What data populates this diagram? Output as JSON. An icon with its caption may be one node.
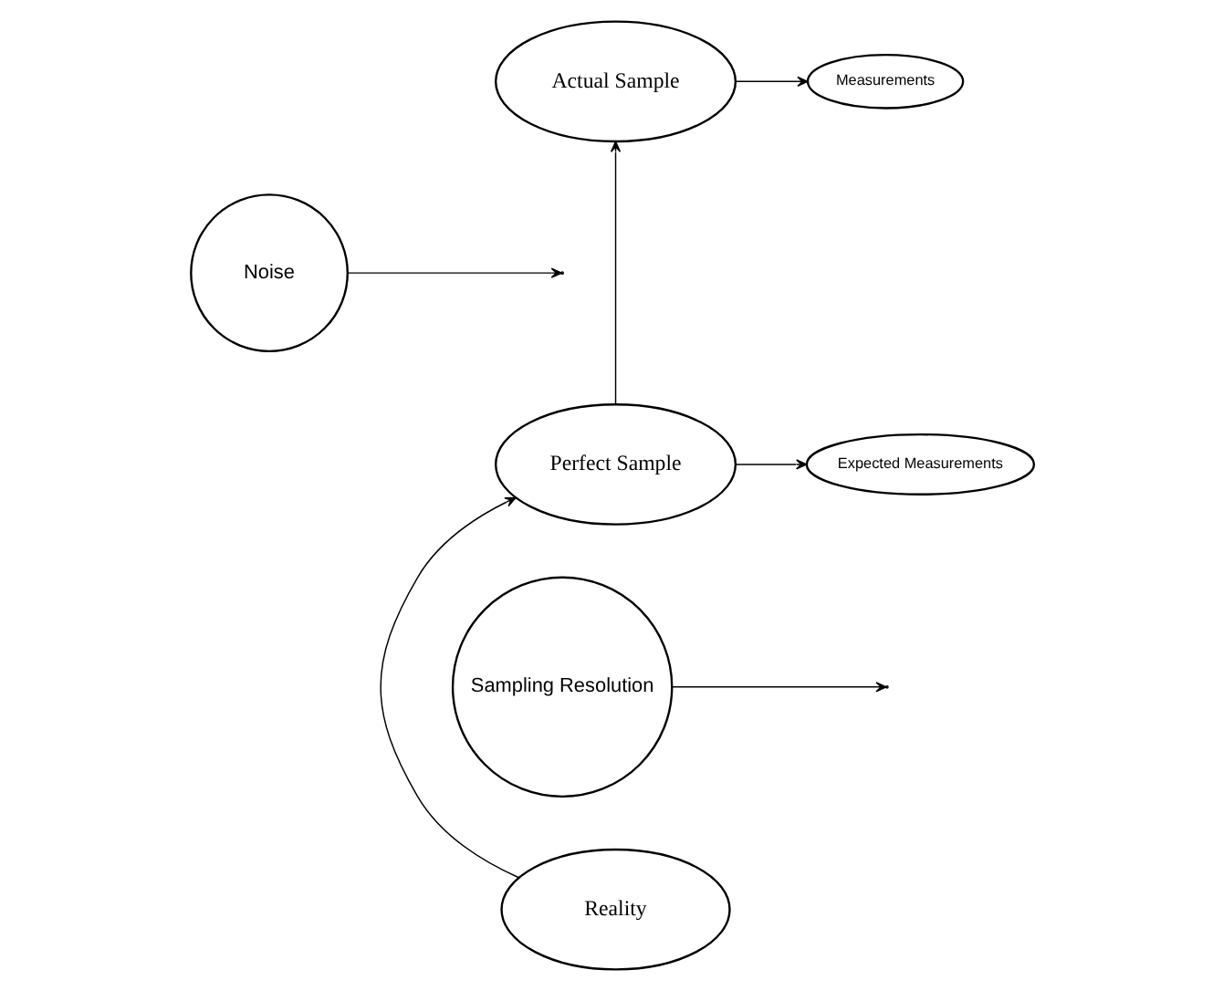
{
  "diagram": {
    "nodes": [
      {
        "text": [
          "Measurements"
        ]
      },
      {
        "text": [
          "Actual Sample"
        ]
      },
      {
        "text": [
          "Noise"
        ]
      },
      {
        "text": [
          "Expected Measurements"
        ]
      },
      {
        "text": [
          "Perfect Sample"
        ]
      },
      {
        "text": [
          "Sampling Resolution"
        ]
      },
      {
        "text": [
          "Reality"
        ]
      }
    ],
    "edges": [
      {
        "from": 1,
        "to": 0,
        "arrow": "to"
      },
      {
        "from": 4,
        "to": 1,
        "arrow": "to"
      },
      {
        "from": 2,
        "to": null,
        "arrow": "to"
      },
      {
        "from": 4,
        "to": 3,
        "arrow": "to"
      },
      {
        "from": 6,
        "to": 4,
        "arrow": "to"
      },
      {
        "from": 5,
        "to": null,
        "arrow": "to"
      }
    ]
  }
}
